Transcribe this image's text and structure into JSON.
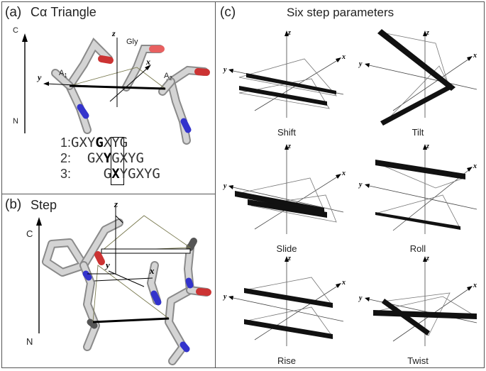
{
  "panel_a": {
    "label": "(a)",
    "title": "Cα Triangle",
    "axis_top": "C",
    "axis_bottom": "N",
    "axis_z": "z",
    "axis_y": "y",
    "axis_x": "x",
    "gly_label": "Gly",
    "a1_label": "A",
    "a1_sub": "1",
    "a2_label": "A",
    "a2_sub": "2",
    "sequences": [
      {
        "num": "1:",
        "prefix": "GXY",
        "mid": "G",
        "suffix": "XYG"
      },
      {
        "num": "2:",
        "prefix": "  GX",
        "mid": "Y",
        "suffix": "GXYG"
      },
      {
        "num": "3:",
        "prefix": "    G",
        "mid": "X",
        "suffix": "YGXYG"
      }
    ]
  },
  "panel_b": {
    "label": "(b)",
    "title": "Step",
    "axis_top": "C",
    "axis_bottom": "N",
    "axis_z": "z",
    "axis_y": "y",
    "axis_x": "x"
  },
  "panel_c": {
    "label": "(c)",
    "title": "Six step parameters",
    "axis_z": "z",
    "axis_y": "y",
    "axis_x": "x",
    "captions": [
      "Shift",
      "Tilt",
      "Slide",
      "Roll",
      "Rise",
      "Twist"
    ]
  },
  "colors": {
    "stick": "#c9c9c9",
    "stick_dark": "#888888",
    "oxygen": "#d93a3a",
    "nitrogen": "#3b3bd9",
    "base_line": "#000000"
  }
}
